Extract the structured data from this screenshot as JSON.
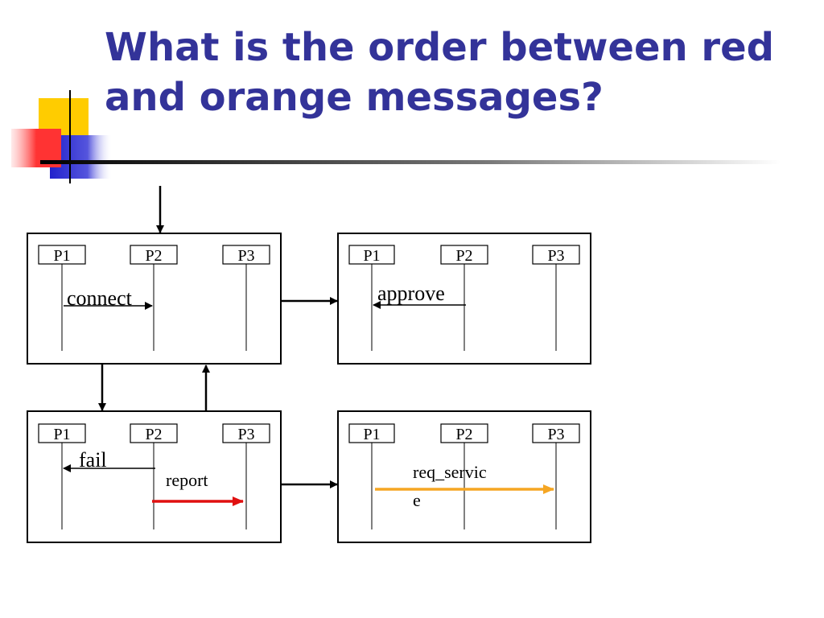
{
  "slide": {
    "title_line1": "What is the order between red",
    "title_line2": "and orange messages?"
  },
  "diagram": {
    "process_labels": [
      "P1",
      "P2",
      "P3"
    ],
    "messages": {
      "connect": "connect",
      "approve": "approve",
      "fail": "fail",
      "report": "report",
      "req_service_line1": "req_servic",
      "req_service_line2": "e"
    },
    "colors": {
      "title": "#333399",
      "red_message": "#e01010",
      "orange_message": "#f5a623",
      "deco_yellow": "#ffcc00",
      "deco_red": "#ff3333",
      "deco_blue": "#2222cc"
    }
  }
}
